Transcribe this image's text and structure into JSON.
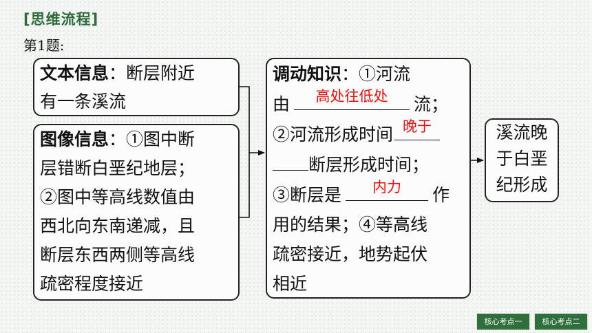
{
  "heading": "[思维流程]",
  "question_label": "第1题:",
  "text_info": {
    "lead": "文本信息",
    "lines": [
      "：断层附近",
      "有一条溪流"
    ]
  },
  "image_info": {
    "lead": "图像信息",
    "lines": [
      "：①图中断",
      "层错断白垩纪地层；",
      "②图中等高线数值由",
      "西北向东南递减，且",
      "断层东西两侧等高线",
      "疏密程度接近"
    ]
  },
  "knowledge": {
    "lead": "调动知识",
    "l1_rest": "：①河流",
    "l2_pre": "由",
    "l2_post": "流；",
    "l3_pre": "②河流形成时间",
    "l4_post": "断层形成时间；",
    "l5_pre": "③断层是",
    "l5_post": "作",
    "l6": "用的结果；④等高线",
    "l7": "疏密接近，地势起伏",
    "l8": "相近",
    "answers": [
      "高处往低处",
      "晚于",
      "内力"
    ]
  },
  "result": {
    "lines": [
      "溪流晚",
      "于白垩",
      "纪形成"
    ]
  },
  "nav": {
    "btn1": "核心考点一",
    "btn2": "核心考点二"
  },
  "colors": {
    "accent_green": "#2f6b3a",
    "answer_red": "#e01010",
    "nav_bg": "#2e6f3b"
  }
}
